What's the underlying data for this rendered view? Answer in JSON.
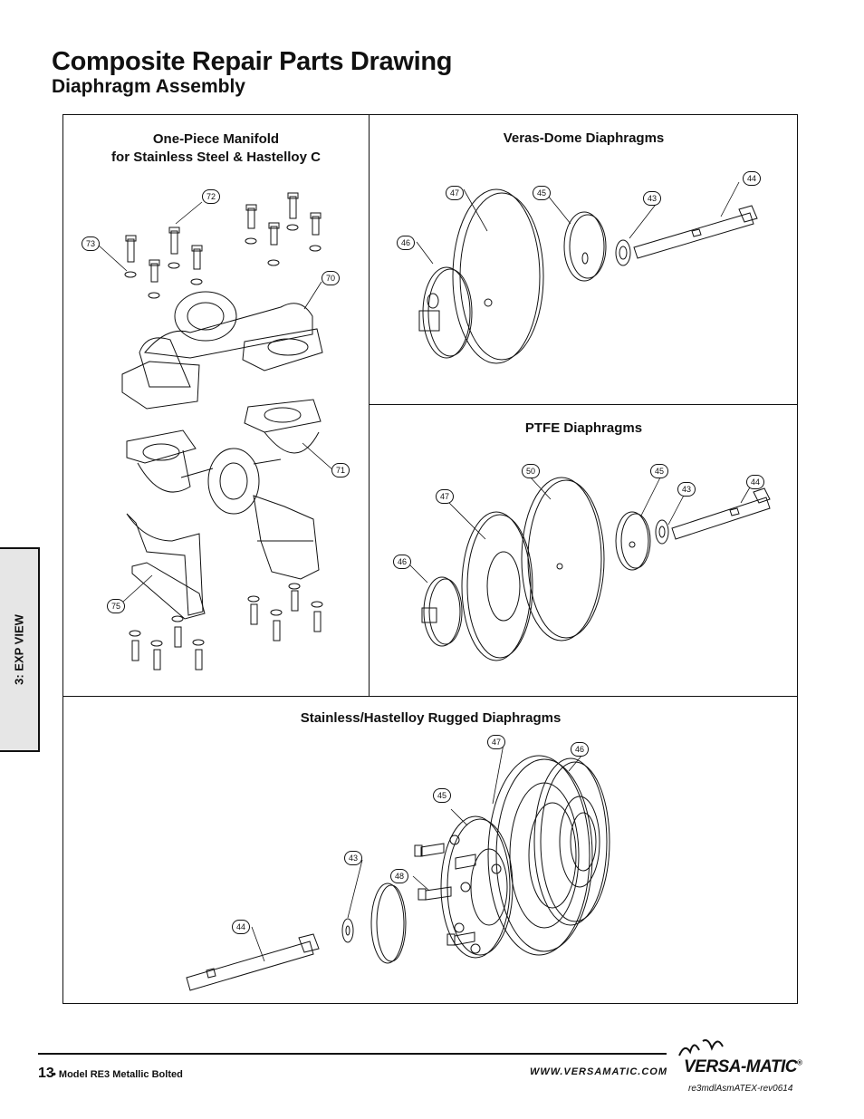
{
  "header": {
    "title": "Composite Repair Parts Drawing",
    "subtitle": "Diaphragm Assembly"
  },
  "panels": {
    "manifold": {
      "title_line1": "One-Piece Manifold",
      "title_line2": "for Stainless Steel & Hastelloy C",
      "callouts": [
        "72",
        "73",
        "70",
        "71",
        "75"
      ]
    },
    "veras_dome": {
      "title": "Veras-Dome Diaphragms",
      "callouts": [
        "47",
        "45",
        "43",
        "44",
        "46"
      ]
    },
    "ptfe": {
      "title": "PTFE Diaphragms",
      "callouts": [
        "50",
        "45",
        "47",
        "43",
        "44",
        "46"
      ]
    },
    "rugged": {
      "title": "Stainless/Hastelloy Rugged Diaphragms",
      "callouts": [
        "47",
        "46",
        "45",
        "43",
        "48",
        "44"
      ]
    }
  },
  "side_tab": {
    "label": "3: EXP VIEW"
  },
  "footer": {
    "page_number": "13",
    "model": "• Model RE3 Metallic Bolted",
    "url": "WWW.VERSAMATIC.COM",
    "brand": "VERSA-MATIC",
    "registered": "®",
    "revision": "re3mdlAsmATEX-rev0614"
  }
}
